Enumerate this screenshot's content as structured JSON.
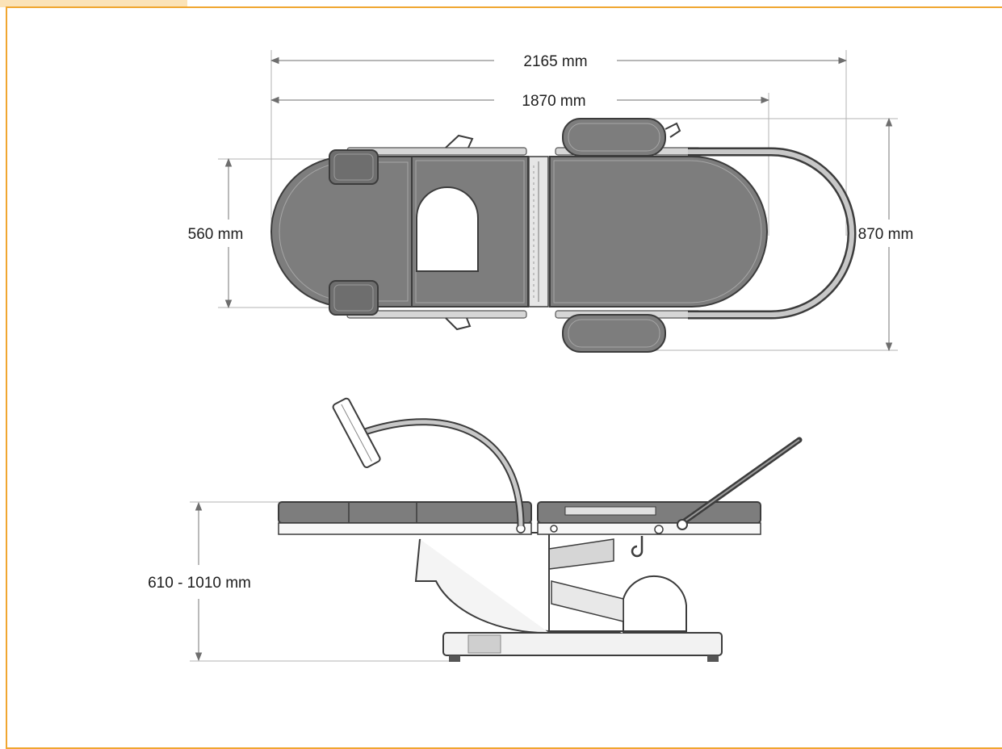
{
  "colors": {
    "frame_border": "#f0a630",
    "tab_fill": "#fbe3b8",
    "dimension_line": "#8c8c8c",
    "cushion": "#7d7d7d",
    "frame_metal": "#c8c8c8"
  },
  "dimensions": {
    "overall_length": "2165 mm",
    "top_length": "1870 mm",
    "top_width": "560 mm",
    "overall_width": "870 mm",
    "height_range": "610 - 1010 mm"
  }
}
